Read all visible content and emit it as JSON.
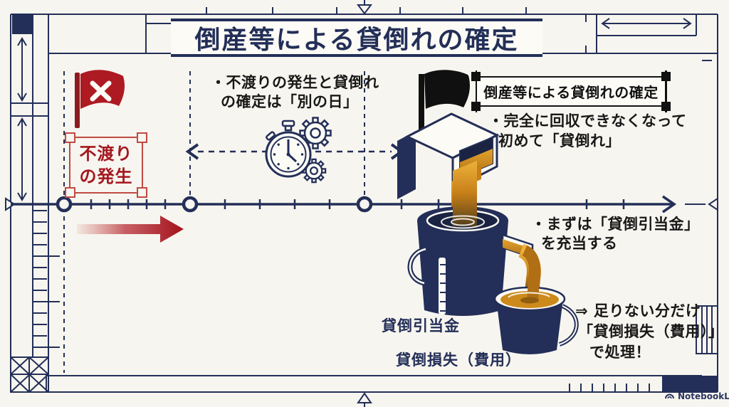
{
  "colors": {
    "navy": "#232f58",
    "red": "#ad1a22",
    "amber": "#d4891f",
    "ink": "#161616",
    "paper": "#f7f5ef"
  },
  "header": {
    "title": "倒産等による貸倒れの確定"
  },
  "dishonor_event": {
    "line1": "不渡り",
    "line2": "の発生"
  },
  "interval_note": {
    "line1": "・不渡りの発生と貸倒れ",
    "line2": "の確定は「別の日」"
  },
  "confirmation": {
    "box_title": "倒産等による貸倒れの確定",
    "uncollectible_note": {
      "line1": "・完全に回収できなくなって",
      "line2": "初めて「貸倒れ」"
    },
    "allowance_note": {
      "line1": "・まずは「貸倒引当金」",
      "line2": "を充当する"
    },
    "shortfall_note": {
      "line1": "⇒ 足りない分だけ",
      "line2": "「貸倒損失（費用）」",
      "line3": "で処理！"
    }
  },
  "bucket_labels": {
    "allowance": "貸倒引当金",
    "loss": "貸倒損失（費用）"
  },
  "watermark": {
    "brand": "NotebookLM"
  },
  "icons": {
    "red_flag": "red-flag-icon",
    "black_flag": "black-flag-icon",
    "stopwatch": "stopwatch-gears-icon",
    "logo": "notebooklm-logo-icon"
  }
}
